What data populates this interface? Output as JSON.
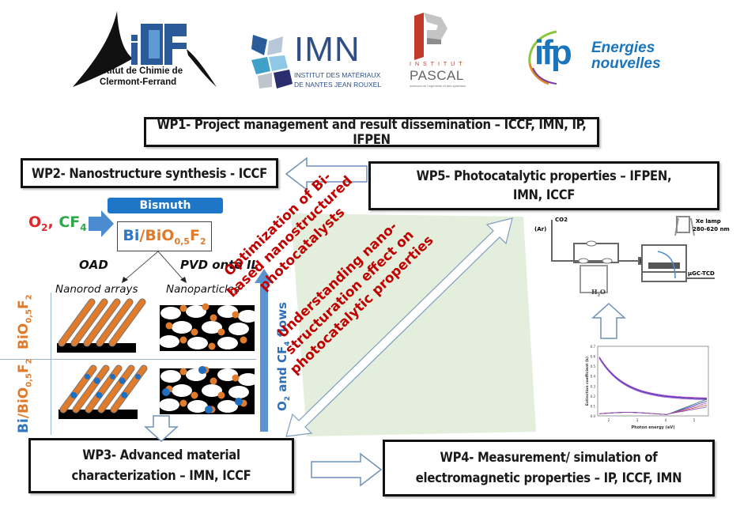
{
  "logos": {
    "iccf": {
      "line1": "Institut de Chimie de",
      "line2": "Clermont-Ferrand",
      "mark": "iCCF"
    },
    "imn": {
      "mark": "IMN",
      "line1": "INSTITUT DES MATÉRIAUX",
      "line2": "DE NANTES JEAN ROUXEL"
    },
    "pascal": {
      "top": "INSTITUT",
      "name": "PASCAL",
      "tagline": "sciences de l'ingénierie et des systèmes"
    },
    "ifpen": {
      "mark": "ifp",
      "line1": "Energies",
      "line2": "nouvelles"
    }
  },
  "work_packages": {
    "wp1": "WP1- Project management and result dissemination – ICCF, IMN, IP, IFPEN",
    "wp2": "WP2- Nanostructure synthesis - ICCF",
    "wp5_line1": "WP5- Photocatalytic properties – IFPEN,",
    "wp5_line2": "IMN, ICCF",
    "wp3_line1": "WP3- Advanced material",
    "wp3_line2": "characterization – IMN, ICCF",
    "wp4_line1": "WP4- Measurement/ simulation of",
    "wp4_line2": "electromagnetic properties – IP, ICCF, IMN"
  },
  "synthesis": {
    "gas_o2": "O",
    "gas_o2_sub": "2",
    "gas_sep": ",",
    "gas_cf": "CF",
    "gas_cf_sub": "4",
    "target_label": "Bismuth",
    "compound_bi": "Bi",
    "compound_rest": "/BiO",
    "compound_sub1": "0,5",
    "compound_f": "F",
    "compound_sub2": "2",
    "method_left": "OAD",
    "method_right": "PVD onto IL",
    "col_left": "Nanorod arrays",
    "col_right": "Nanoparticles",
    "row1_label": "BiO0,5F2",
    "row2_label": "Bi/BiO0,5F2",
    "flows_label": "O2 and CF4 flows"
  },
  "center": {
    "upper_lines": [
      "Optimization of Bi-",
      "based nanostructured",
      "photocatalysts"
    ],
    "lower_lines": [
      "Understanding nano-",
      "structuration effect on",
      "photocatalytic properties"
    ]
  },
  "setup": {
    "gas_in": "CO2",
    "gas_alt": "(Ar)",
    "lamp_line1": "Xe lamp",
    "lamp_line2": "280-620 nm",
    "water": "H2O",
    "detector": "µGC-TCD"
  },
  "plot": {
    "ylabel": "Extinction coefficient (k)",
    "xlabel": "Photon energy (eV)",
    "yticks": [
      "0.0",
      "0.1",
      "0.2",
      "0.3",
      "0.4",
      "0.5",
      "0.6",
      "0.7"
    ],
    "xticks": [
      "2",
      "3",
      "4",
      "5"
    ]
  },
  "colors": {
    "accent_blue": "#3d7fc4",
    "orange": "#e07b2c",
    "red_text": "#c00000",
    "green_text": "#2ea84a",
    "green_panel": "#e3efdc"
  }
}
